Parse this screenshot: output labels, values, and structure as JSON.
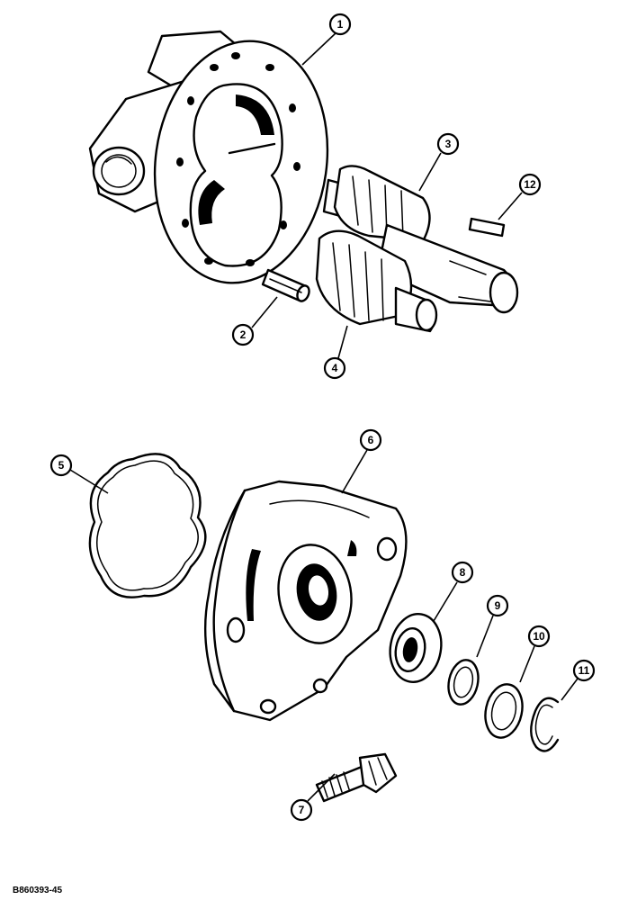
{
  "figure_ref": "B860393-45",
  "callouts": [
    "1",
    "2",
    "3",
    "4",
    "5",
    "6",
    "7",
    "8",
    "9",
    "10",
    "11",
    "12"
  ]
}
